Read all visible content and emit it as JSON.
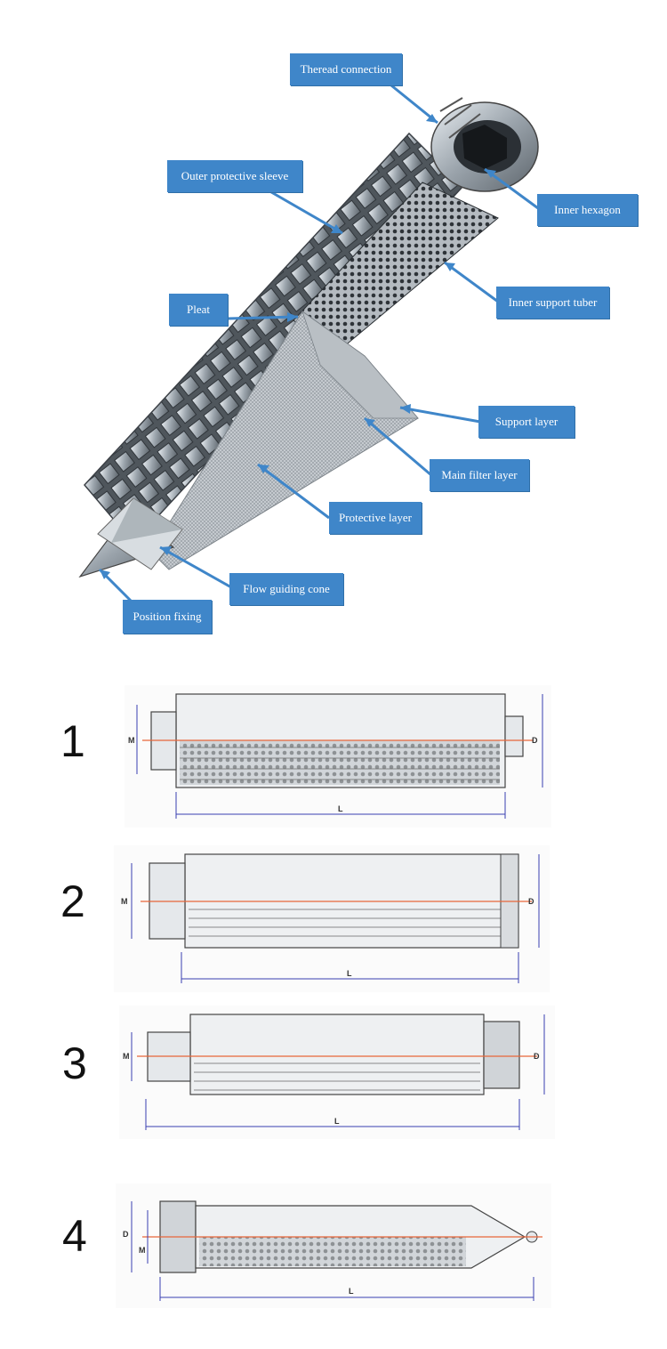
{
  "callouts": {
    "thread_connection": "Theread connection",
    "outer_protective_sleeve": "Outer protective sleeve",
    "inner_hexagon": "Inner hexagon",
    "inner_support_tube": "Inner support tuber",
    "pleat": "Pleat",
    "support_layer": "Support layer",
    "main_filter_layer": "Main filter layer",
    "protective_layer": "Protective layer",
    "flow_guiding_cone": "Flow guiding cone",
    "position_fixing": "Position fixing"
  },
  "variants": [
    {
      "number": "1",
      "dim_left": "M",
      "dim_right": "D",
      "dim_length": "L"
    },
    {
      "number": "2",
      "dim_left": "M",
      "dim_right": "D",
      "dim_length": "L"
    },
    {
      "number": "3",
      "dim_left": "M",
      "dim_right": "D",
      "dim_length": "L"
    },
    {
      "number": "4",
      "dim_left": "D",
      "dim_left2": "M",
      "dim_length": "L"
    }
  ],
  "colors": {
    "callout_bg": "#3f86c9",
    "callout_text": "#ffffff",
    "center_line": "#e8663a",
    "dim_line": "#3a3fb0"
  }
}
